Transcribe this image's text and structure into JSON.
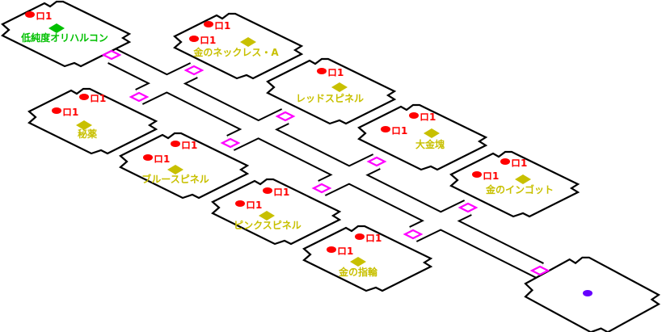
{
  "colors": {
    "wall": "#000000",
    "floor": "#ffffff",
    "door": "#ff00ff",
    "enemy": "#ff0000",
    "treasure": "#c8c000",
    "rare_treasure": "#00c000",
    "player": "#6600ff"
  },
  "enemy_label": "ロ1",
  "rooms": [
    {
      "name": "低純度オリハルコン",
      "item_type": "rare_treasure",
      "enemies": [
        "ロ1"
      ]
    },
    {
      "name": "金のネックレス・A",
      "item_type": "treasure",
      "enemies": [
        "ロ1",
        "ロ1"
      ]
    },
    {
      "name": "レッドスピネル",
      "item_type": "treasure",
      "enemies": [
        "ロ1"
      ]
    },
    {
      "name": "大金塊",
      "item_type": "treasure",
      "enemies": [
        "ロ1",
        "ロ1"
      ]
    },
    {
      "name": "金のインゴット",
      "item_type": "treasure",
      "enemies": [
        "ロ1",
        "ロ1"
      ]
    },
    {
      "name": "秘薬",
      "item_type": "treasure",
      "enemies": [
        "ロ1",
        "ロ1"
      ]
    },
    {
      "name": "ブルースピネル",
      "item_type": "treasure",
      "enemies": [
        "ロ1",
        "ロ1"
      ]
    },
    {
      "name": "ピンクスピネル",
      "item_type": "treasure",
      "enemies": [
        "ロ1",
        "ロ1"
      ]
    },
    {
      "name": "金の指輪",
      "item_type": "treasure",
      "enemies": [
        "ロ1",
        "ロ1"
      ]
    },
    {
      "name": "",
      "item_type": "player",
      "enemies": []
    }
  ]
}
